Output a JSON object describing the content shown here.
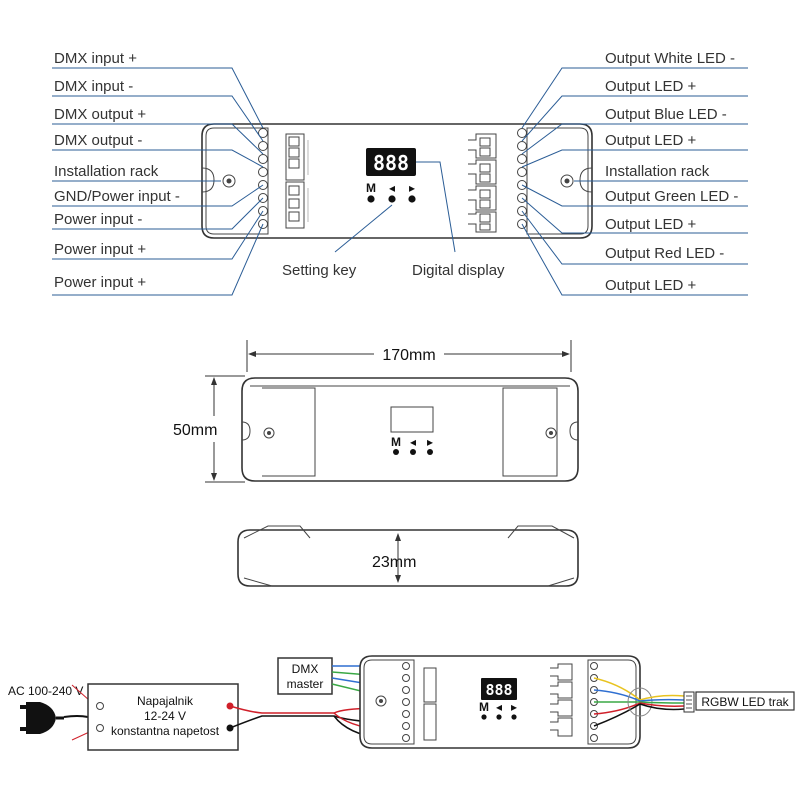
{
  "top_view": {
    "left_labels": [
      "DMX input +",
      "DMX input -",
      "DMX output +",
      "DMX output -",
      "Installation rack",
      "GND/Power input -",
      "Power input -",
      "Power input +",
      "Power input +"
    ],
    "right_labels": [
      "Output White LED -",
      "Output LED +",
      "Output Blue LED -",
      "Output LED +",
      "Installation rack",
      "Output Green LED -",
      "Output LED +",
      "Output Red LED -",
      "Output LED +"
    ],
    "display_text": "888",
    "keys": [
      "M",
      "◂",
      "▸"
    ],
    "setting_key_label": "Setting key",
    "digital_display_label": "Digital display"
  },
  "dimensions": {
    "length": "170mm",
    "width": "50mm",
    "height": "23mm"
  },
  "wiring": {
    "ac_label": "AC 100-240 V",
    "psu_line1": "Napajalnik",
    "psu_line2": "12-24 V",
    "psu_line3": "konstantna napetost",
    "dmx_line1": "DMX",
    "dmx_line2": "master",
    "display_text": "888",
    "keys": [
      "M",
      "◂",
      "▸"
    ],
    "strip_label": "RGBW LED trak"
  },
  "colors": {
    "callout": "#2b5d96",
    "wire_red": "#d0202a",
    "wire_blue": "#2f6fd1",
    "wire_green": "#3aa845",
    "wire_yellow": "#e8c320",
    "wire_black": "#111111"
  }
}
